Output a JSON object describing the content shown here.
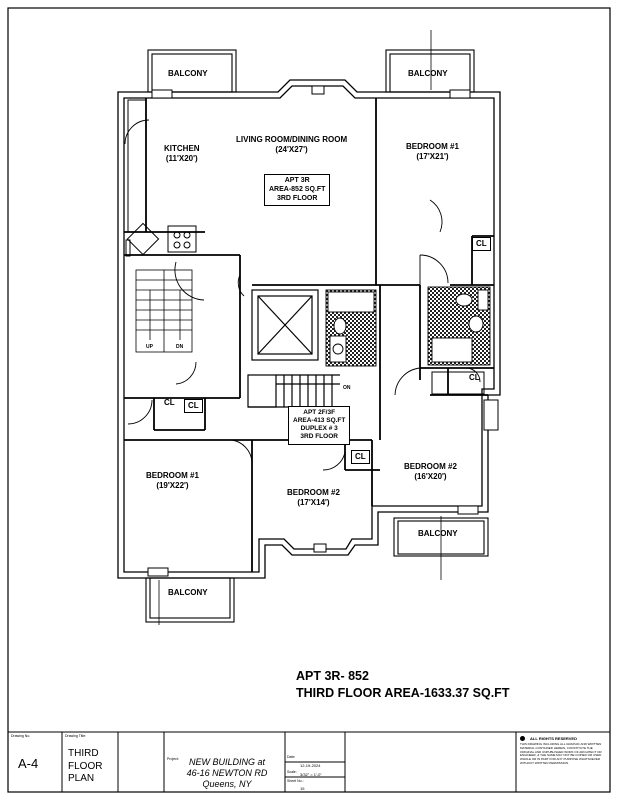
{
  "sheet_title": {
    "line1": "APT 3R- 852",
    "line2": "THIRD FLOOR AREA-1633.37 SQ.FT"
  },
  "rooms": {
    "balcony_top_left": "BALCONY",
    "balcony_top_right": "BALCONY",
    "balcony_right": "BALCONY",
    "balcony_bottom": "BALCONY",
    "kitchen": {
      "name": "KITCHEN",
      "size": "(11'X20')"
    },
    "living": {
      "name": "LIVING ROOM/DINING ROOM",
      "size": "(24'X27')"
    },
    "bedroom1_right": {
      "name": "BEDROOM #1",
      "size": "(17'X21')"
    },
    "bedroom2_right": {
      "name": "BEDROOM #2",
      "size": "(16'X20')"
    },
    "bedroom1_left": {
      "name": "BEDROOM #1",
      "size": "(19'X22')"
    },
    "bedroom2_center": {
      "name": "BEDROOM #2",
      "size": "(17'X14')"
    },
    "closet": "CL",
    "stair_up": "UP",
    "stair_dn": "DN",
    "stair_on": "ON"
  },
  "apt_3r_tag": {
    "line1": "APT 3R",
    "line2": "AREA-852 SQ.FT",
    "line3": "3RD FLOOR"
  },
  "apt_2f_tag": {
    "line1": "APT 2F/3F",
    "line2": "AREA-413 SQ.FT",
    "line3": "DUPLEX # 3",
    "line4": "3RD FLOOR"
  },
  "title_block": {
    "drawing_no_label": "Drawing No.",
    "drawing_no": "A-4",
    "drawing_title_label": "Drawing Title:",
    "drawing_title_1": "THIRD",
    "drawing_title_2": "FLOOR",
    "drawing_title_3": "PLAN",
    "project_label": "Project:",
    "project_1": "NEW BUILDING at",
    "project_2": "46-16 NEWTON RD",
    "project_3": "Queens, NY",
    "date_label": "Date:",
    "date": "12-19-2024",
    "scale_label": "Scale:",
    "scale": "3/32\" = 1'-0\"",
    "sheet_label": "Sheet No.:",
    "sheet": "15",
    "rights_title": "ALL RIGHTS RESERVED",
    "rights_text": "THIS DRAWING INCLUDING ALL GRAPHIC AND WRITTEN MATERIAL CONTAINED HEREIN, CONSTITUTE THE ORIGINAL AND UNPUBLISHED WORK OF ARCHITECT OR ENGINEER, & THE SAME MAY NOT BE COPIED OR USED WHOLE OR IN PART FOR ANY PURPOSE WHATSOEVER WITHOUT WRITTEN PERMISSION."
  }
}
